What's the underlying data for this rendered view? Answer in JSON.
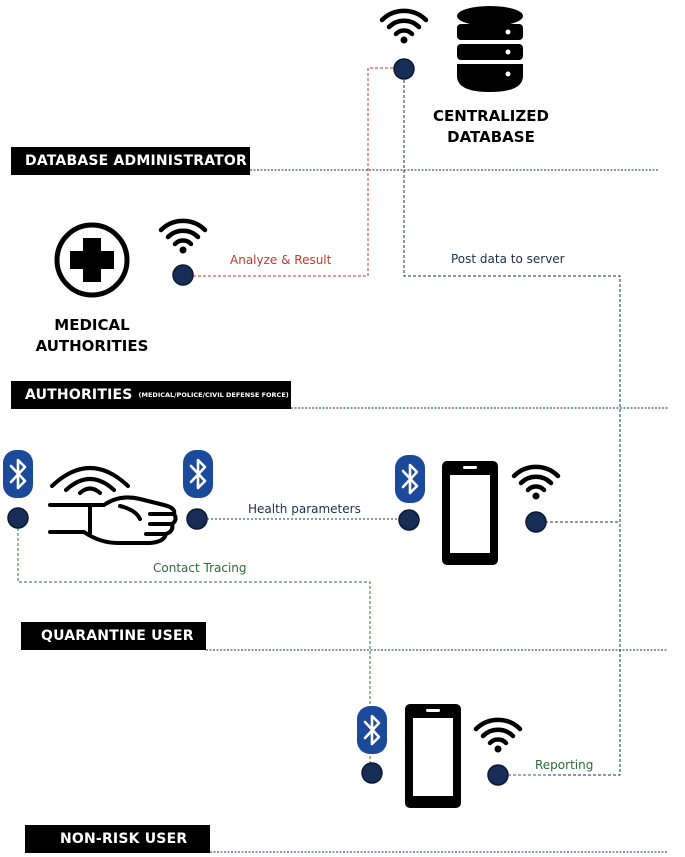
{
  "roles": {
    "db_admin": "DATABASE ADMINISTRATOR",
    "authorities": "AUTHORITIES",
    "authorities_detail": "(MEDICAL/POLICE/CIVIL DEFENSE FORCE)",
    "quarantine_user": "QUARANTINE USER",
    "non_risk_user": "NON-RISK USER"
  },
  "nodes": {
    "database_line1": "CENTRALIZED",
    "database_line2": "DATABASE",
    "medical_line1": "MEDICAL",
    "medical_line2": "AUTHORITIES"
  },
  "edges": {
    "analyze": "Analyze & Result",
    "post": "Post data to server",
    "health": "Health parameters",
    "contact": "Contact Tracing",
    "reporting": "Reporting"
  },
  "colors": {
    "red": "#c0392b",
    "navy": "#1f2d4d",
    "green": "#2e6b3b",
    "bluetooth": "#1b4a9a",
    "dot": "#172d55"
  },
  "icons": [
    "wifi-icon",
    "database-icon",
    "medical-cross-icon",
    "bluetooth-icon",
    "smartphone-icon",
    "hand-sensor-icon"
  ]
}
